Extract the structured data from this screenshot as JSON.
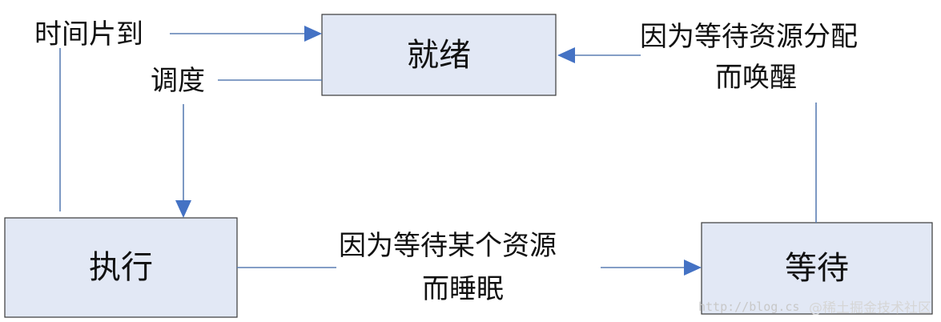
{
  "nodes": {
    "ready": "就绪",
    "running": "执行",
    "waiting": "等待"
  },
  "edges": {
    "timeslice": "时间片到",
    "schedule": "调度",
    "wakeup": [
      "因为等待资源分配",
      "而唤醒"
    ],
    "sleep": [
      "因为等待某个资源",
      "而睡眠"
    ]
  },
  "watermark": {
    "url": "http://blog.cs",
    "brand": "@稀土掘金技术社区"
  },
  "colors": {
    "node_fill": "#e2e8f5",
    "arrow": "#4472c4",
    "line": "#5b7fb4"
  }
}
